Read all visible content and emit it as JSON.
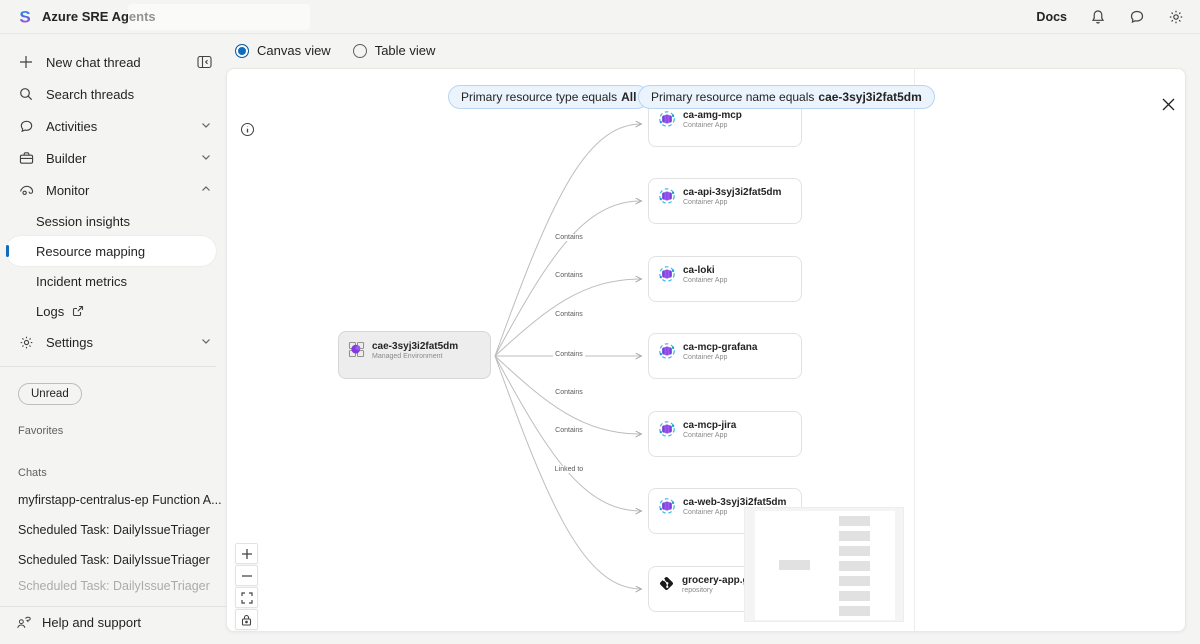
{
  "colors": {
    "accent": "#0f6cbd",
    "pill_background": "#ebf3fc",
    "pill_border": "#b9d4f2",
    "container_app_purple": "#7b40d8",
    "edge_gray": "#bdbdbd"
  },
  "topbar": {
    "title": "Azure SRE Agents",
    "docs": "Docs",
    "icons": [
      "bell-icon",
      "feedback-chat-icon",
      "gear-icon"
    ]
  },
  "sidebar": {
    "new_chat": "New chat thread",
    "search": "Search threads",
    "activities": "Activities",
    "builder": "Builder",
    "monitor": "Monitor",
    "monitor_items": [
      "Session insights",
      "Resource mapping",
      "Incident metrics",
      "Logs"
    ],
    "selected_item": "Resource mapping",
    "settings": "Settings",
    "unread": "Unread",
    "favorites": "Favorites",
    "chats": "Chats",
    "chat_items": [
      "myfirstapp-centralus-ep Function A...",
      "Scheduled Task: DailyIssueTriager",
      "Scheduled Task: DailyIssueTriager",
      "Scheduled Task: DailyIssueTriager"
    ],
    "help": "Help and support"
  },
  "view_toggle": {
    "canvas": "Canvas view",
    "table": "Table view",
    "selected": "Canvas view"
  },
  "filters": [
    {
      "text": "Primary resource type equals",
      "value": "All"
    },
    {
      "text": "Primary resource name equals",
      "value": "cae-3syj3i2fat5dm"
    }
  ],
  "graph": {
    "root": {
      "name": "cae-3syj3i2fat5dm",
      "type": "Managed Environment"
    },
    "nodes": [
      {
        "name": "ca-amg-mcp",
        "type": "Container App",
        "edge": "Contains"
      },
      {
        "name": "ca-api-3syj3i2fat5dm",
        "type": "Container App",
        "edge": "Contains"
      },
      {
        "name": "ca-loki",
        "type": "Container App",
        "edge": "Contains"
      },
      {
        "name": "ca-mcp-grafana",
        "type": "Container App",
        "edge": "Contains"
      },
      {
        "name": "ca-mcp-jira",
        "type": "Container App",
        "edge": "Contains"
      },
      {
        "name": "ca-web-3syj3i2fat5dm",
        "type": "Container App",
        "edge": "Contains"
      },
      {
        "name": "grocery-app.git",
        "type": "repository",
        "edge": "Linked to"
      }
    ]
  }
}
